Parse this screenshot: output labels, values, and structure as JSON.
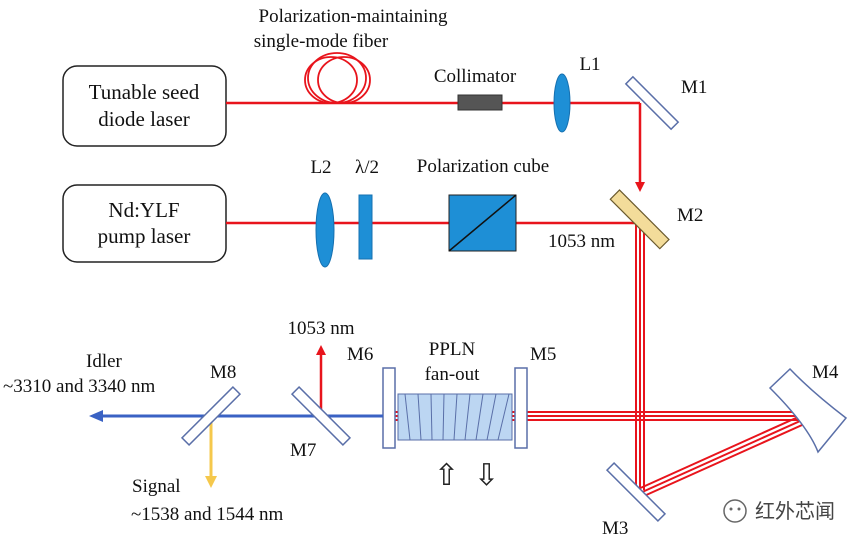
{
  "boxes": {
    "seed": {
      "line1": "Tunable seed",
      "line2": "diode laser"
    },
    "pump": {
      "line1": "Nd:YLF",
      "line2": "pump laser"
    }
  },
  "labels": {
    "fiber_line1": "Polarization-maintaining",
    "fiber_line2": "single-mode fiber",
    "collimator": "Collimator",
    "L1": "L1",
    "L2": "L2",
    "halfwave": "λ/2",
    "pol_cube": "Polarization cube",
    "M1": "M1",
    "M2": "M2",
    "M3": "M3",
    "M4": "M4",
    "M5": "M5",
    "M6": "M6",
    "M7": "M7",
    "M8": "M8",
    "pump_wavelength": "1053 nm",
    "m7_output": "1053 nm",
    "pplln_line1": "PPLN",
    "pplln_line2": "fan-out",
    "idler_line1": "Idler",
    "idler_line2": "~3310 and 3340 nm",
    "signal_line1": "Signal",
    "signal_line2": "~1538 and 1544 nm",
    "up_arrow": "⇧",
    "down_arrow": "⇩",
    "watermark": "红外芯闻"
  },
  "colors": {
    "pump_beam": "#e8141c",
    "idler_beam": "#3a62c4",
    "signal_beam": "#f5c84c",
    "lens": "#1e8fd6",
    "cube": "#1e8fd6",
    "mirror_edge": "#5a6fa8",
    "m2_fill": "#f3dc9a",
    "crystal": "#bcd6f2"
  }
}
